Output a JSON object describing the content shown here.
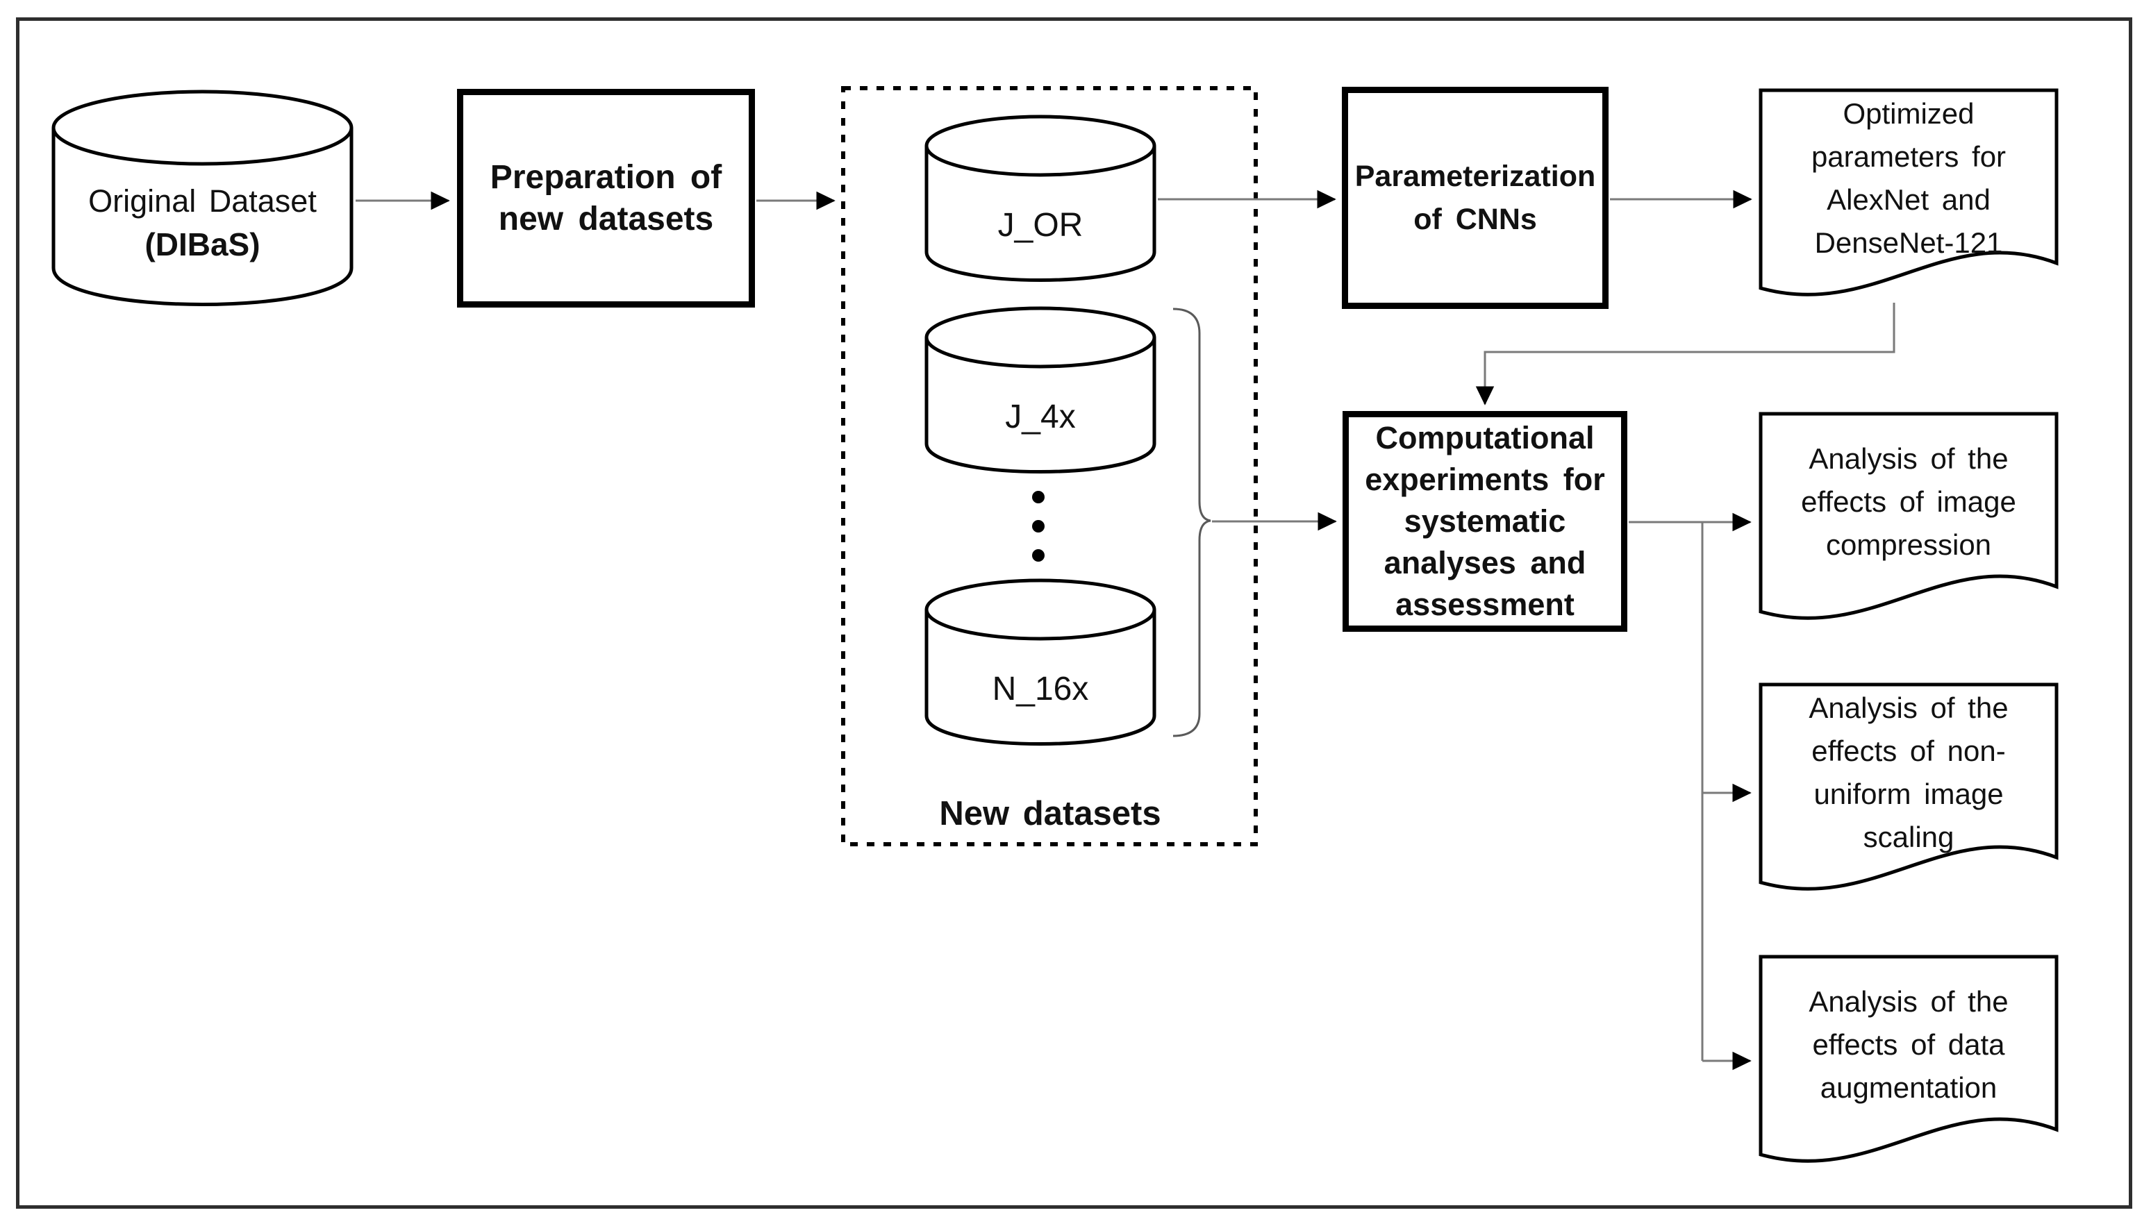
{
  "colors": {
    "frame": "#2e2e2e",
    "shape_outline": "#000000",
    "connector_line": "#7a7a7a",
    "arrowhead": "#000000",
    "text": "#111111",
    "background": "#ffffff"
  },
  "nodes": {
    "original_dataset": {
      "title": "Original Dataset",
      "subtitle": "(DIBaS)"
    },
    "preparation_box": {
      "label": "Preparation of\nnew datasets"
    },
    "new_datasets_group": {
      "label": "New datasets",
      "cylinders": [
        {
          "label": "J_OR"
        },
        {
          "label": "J_4x"
        },
        {
          "label": "N_16x"
        }
      ],
      "ellipsis_icon": "vertical-ellipsis"
    },
    "parameterization_box": {
      "label": "Parameterization\nof CNNs"
    },
    "computational_box": {
      "label": "Computational\nexperiments for\nsystematic\nanalyses and\nassessment"
    },
    "documents": [
      {
        "id": "optimized-parameters",
        "label": "Optimized\nparameters for\nAlexNet and\nDenseNet-121"
      },
      {
        "id": "image-compression",
        "label": "Analysis of the\neffects of image\ncompression"
      },
      {
        "id": "image-scaling",
        "label": "Analysis of the\neffects of non-\nuniform image\nscaling"
      },
      {
        "id": "data-augmentation",
        "label": "Analysis of the\neffects of data\naugmentation"
      }
    ]
  }
}
